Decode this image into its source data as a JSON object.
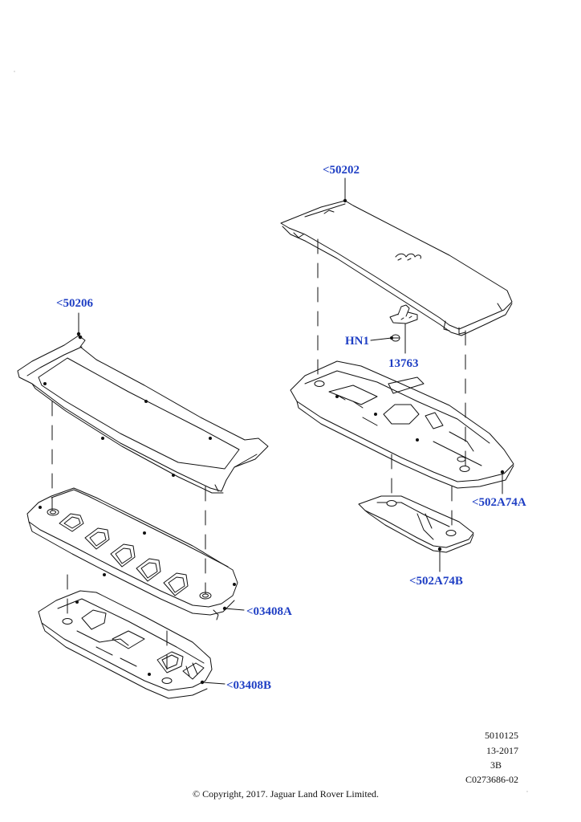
{
  "callouts": {
    "c_50202": "<50202",
    "c_50206": "<50206",
    "c_hn1": "HN1",
    "c_13763": "13763",
    "c_502a74a": "<502A74A",
    "c_502a74b": "<502A74B",
    "c_03408a": "<03408A",
    "c_03408b": "<03408B"
  },
  "reference": {
    "line1": "5010125",
    "line2": "13-2017",
    "line3": "3B",
    "line4": "C0273686-02"
  },
  "copyright": "© Copyright, 2017. Jaguar Land Rover Limited.",
  "colors": {
    "callout": "#1f3fc4",
    "line": "#111111",
    "fill": "#ffffff"
  }
}
